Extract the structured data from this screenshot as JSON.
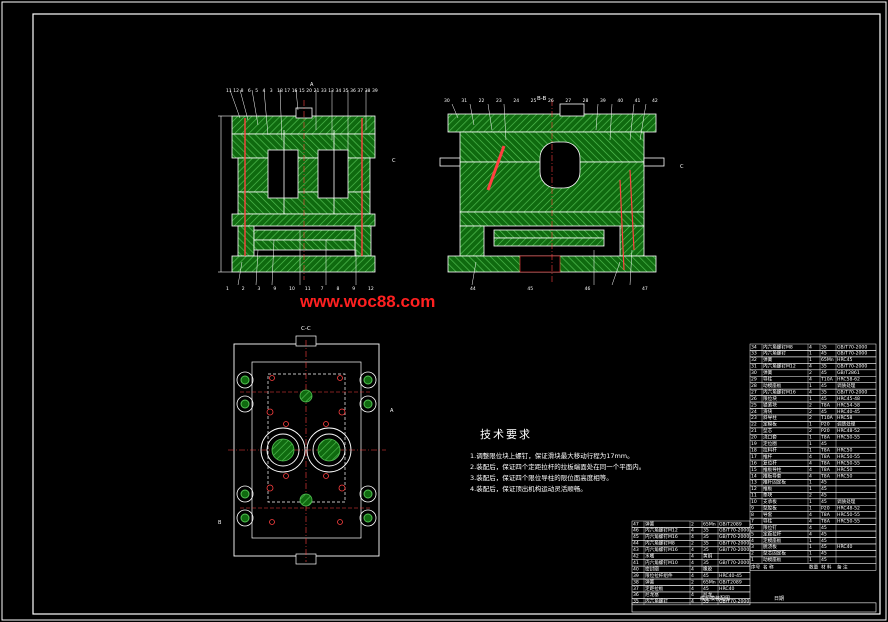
{
  "watermark": "www.woc88.com",
  "sections": {
    "b_b": "B-B",
    "c_c": "C-C",
    "marker_a": "A",
    "marker_b": "B",
    "marker_c": "C"
  },
  "front_view_callouts": [
    "11",
    "12",
    "8",
    "6",
    "5",
    "4",
    "3",
    "18",
    "17",
    "16",
    "15",
    "20",
    "21",
    "33",
    "13",
    "34",
    "35",
    "36",
    "37",
    "38",
    "39"
  ],
  "front_view_bottom_callouts": [
    "1",
    "2",
    "3",
    "9",
    "10",
    "11",
    "7",
    "8",
    "9",
    "12"
  ],
  "side_view_callouts": [
    "30",
    "31",
    "22",
    "23",
    "24",
    "25",
    "26",
    "27",
    "28",
    "39",
    "40",
    "41",
    "42"
  ],
  "side_view_bottom_callouts": [
    "44",
    "45",
    "46",
    "47"
  ],
  "technical_requirements": {
    "title": "技术要求",
    "items": [
      "1.调整限位块上螺钉，保证滑块最大移动行程为17mm。",
      "2.装配后，保证四个定距拉杆的拉板端面处在同一个平面内。",
      "3.装配后，保证四个限位导柱的限位面高度相等。",
      "4.装配后，保证顶出机构运动灵活顺畅。"
    ]
  },
  "bom_right": [
    [
      "34",
      "内六角螺钉M8",
      "4",
      "35",
      "GB/T70-2000"
    ],
    [
      "33",
      "内六角螺钉",
      "1",
      "45",
      "GB/T70-2000"
    ],
    [
      "32",
      "弹簧",
      "1",
      "65Mn",
      "HRC45"
    ],
    [
      "31",
      "内六角螺钉M12",
      "4",
      "35",
      "GB/T70-2000"
    ],
    [
      "30",
      "弹簧",
      "2",
      "45",
      "GB/T2861"
    ],
    [
      "29",
      "导柱",
      "4",
      "T10A",
      "HRC58-62"
    ],
    [
      "28",
      "动模座板",
      "1",
      "45",
      "调质处理"
    ],
    [
      "27",
      "内六角螺钉M16",
      "4",
      "35",
      "GB/T70-2000"
    ],
    [
      "26",
      "限位块",
      "1",
      "45",
      "HRC45-48"
    ],
    [
      "25",
      "锁紧块",
      "2",
      "T8A",
      "HRC54-58"
    ],
    [
      "24",
      "滑块",
      "2",
      "45",
      "HRC40-45"
    ],
    [
      "23",
      "斜导柱",
      "2",
      "T10A",
      "HRC58"
    ],
    [
      "22",
      "定模板",
      "1",
      "P20",
      "调质处理"
    ],
    [
      "21",
      "型芯",
      "2",
      "P20",
      "HRC48-52"
    ],
    [
      "20",
      "浇口套",
      "1",
      "T8A",
      "HRC50-55"
    ],
    [
      "19",
      "定位圈",
      "1",
      "45",
      ""
    ],
    [
      "18",
      "拉料杆",
      "1",
      "T8A",
      "HRC50"
    ],
    [
      "17",
      "推杆",
      "4",
      "T8A",
      "HRC50-55"
    ],
    [
      "16",
      "复位杆",
      "4",
      "T8A",
      "HRC50-55"
    ],
    [
      "15",
      "推板导柱",
      "4",
      "T8A",
      "HRC50"
    ],
    [
      "14",
      "推板导套",
      "4",
      "T8A",
      "HRC50"
    ],
    [
      "13",
      "推杆固定板",
      "1",
      "45",
      ""
    ],
    [
      "12",
      "推板",
      "1",
      "45",
      ""
    ],
    [
      "11",
      "垫块",
      "2",
      "45",
      ""
    ],
    [
      "10",
      "支承板",
      "1",
      "45",
      "调质处理"
    ],
    [
      "9",
      "型腔板",
      "1",
      "P20",
      "HRC48-52"
    ],
    [
      "8",
      "导套",
      "4",
      "T8A",
      "HRC50-55"
    ],
    [
      "7",
      "导柱",
      "4",
      "T8A",
      "HRC50-55"
    ],
    [
      "6",
      "限位钉",
      "4",
      "45",
      ""
    ],
    [
      "5",
      "定距拉杆",
      "4",
      "45",
      ""
    ],
    [
      "4",
      "定模座板",
      "1",
      "45",
      ""
    ],
    [
      "3",
      "脱浇板",
      "1",
      "45",
      "HRC40"
    ],
    [
      "2",
      "型芯固定板",
      "1",
      "45",
      ""
    ],
    [
      "1",
      "动模座板",
      "1",
      "45",
      ""
    ]
  ],
  "bom_left": [
    [
      "47",
      "弹簧",
      "2",
      "65Mn",
      "GB/T2089"
    ],
    [
      "46",
      "内六角螺钉M12",
      "4",
      "35",
      "GB/T70-2000"
    ],
    [
      "45",
      "内六角螺钉M16",
      "4",
      "35",
      "GB/T70-2000"
    ],
    [
      "44",
      "内六角螺钉M8",
      "2",
      "35",
      "GB/T70-2000"
    ],
    [
      "43",
      "内六角螺钉M16",
      "4",
      "35",
      "GB/T70-2000"
    ],
    [
      "42",
      "水嘴",
      "4",
      "黄铜",
      ""
    ],
    [
      "41",
      "内六角螺钉M10",
      "4",
      "35",
      "GB/T70-2000"
    ],
    [
      "40",
      "密封圈",
      "4",
      "橡胶",
      ""
    ],
    [
      "39",
      "限位拉杆组件",
      "4",
      "45",
      "HRC40-45"
    ],
    [
      "38",
      "弹簧",
      "2",
      "65Mn",
      "GB/T2089"
    ],
    [
      "37",
      "定距拉板",
      "4",
      "45",
      "HRC40"
    ],
    [
      "36",
      "尼龙塞",
      "4",
      "尼龙",
      ""
    ],
    [
      "35",
      "内六角螺钉",
      "4",
      "35",
      "GB/T70-2000"
    ]
  ],
  "bom_header": [
    "序号",
    "名 称",
    "数量",
    "材 料",
    "备 注"
  ],
  "title_block": {
    "title": "成型模装配图",
    "date_label": "日期"
  }
}
